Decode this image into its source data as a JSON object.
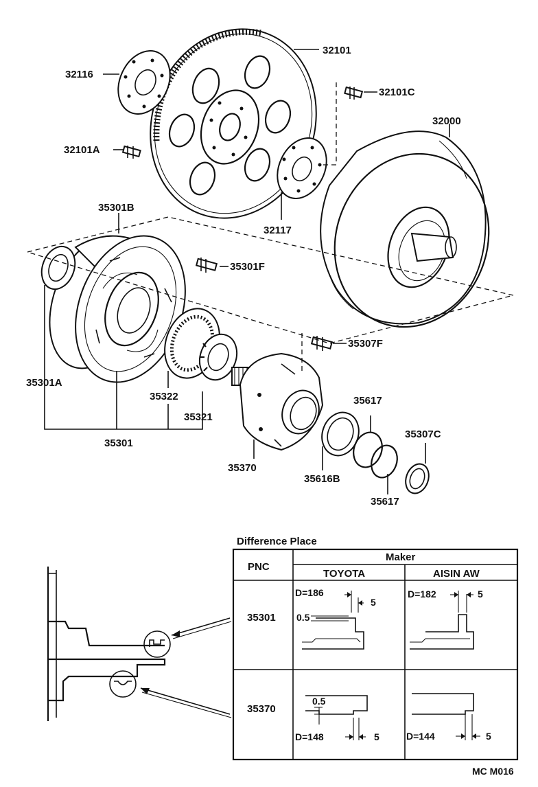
{
  "parts": {
    "p32101": "32101",
    "p32116": "32116",
    "p32101c": "32101C",
    "p32000": "32000",
    "p32101a": "32101A",
    "p35301b": "35301B",
    "p32117": "32117",
    "p35301f": "35301F",
    "p35307f": "35307F",
    "p35301a": "35301A",
    "p35322": "35322",
    "p35617a": "35617",
    "p35307c": "35307C",
    "p35321": "35321",
    "p35301": "35301",
    "p35370": "35370",
    "p35616b": "35616B",
    "p35617b": "35617"
  },
  "table": {
    "title": "Difference Place",
    "col_pnc": "PNC",
    "col_maker": "Maker",
    "maker_toyota": "TOYOTA",
    "maker_aisin": "AISIN AW",
    "row1_pnc": "35301",
    "row2_pnc": "35370",
    "r1_toyota_d": "D=186",
    "r1_toyota_5": "5",
    "r1_toyota_05": "0.5",
    "r1_aisin_d": "D=182",
    "r1_aisin_5": "5",
    "r2_toyota_05": "0.5",
    "r2_toyota_d": "D=148",
    "r2_toyota_5": "5",
    "r2_aisin_d": "D=144",
    "r2_aisin_5": "5"
  },
  "figure_code": "MC M016"
}
